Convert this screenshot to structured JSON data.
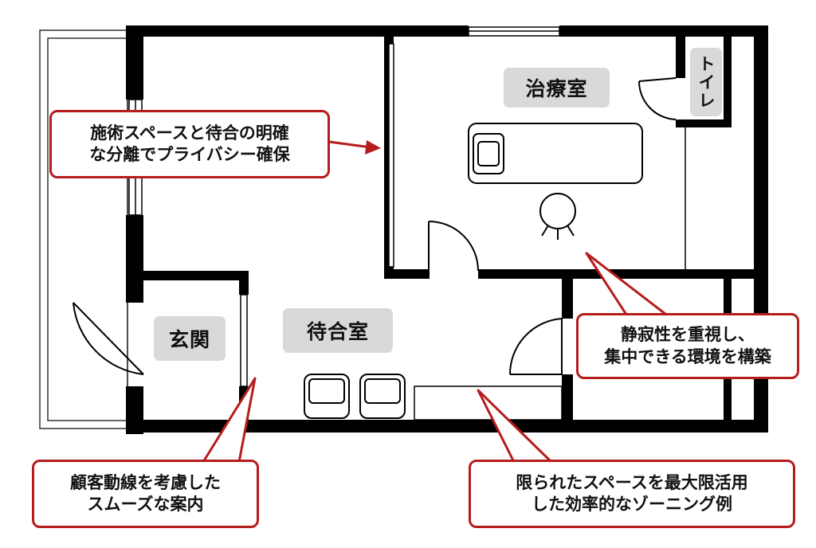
{
  "rooms": {
    "treatment": "治療室",
    "toilet": "トイレ",
    "entrance": "玄関",
    "waiting": "待合室"
  },
  "callouts": {
    "privacy": [
      "施術スペースと待合の明確",
      "な分離でプライバシー確保"
    ],
    "quiet": [
      "静寂性を重視し、",
      "集中できる環境を構築"
    ],
    "flow": [
      "顧客動線を考慮した",
      "スムーズな案内"
    ],
    "zoning": [
      "限られたスペースを最大限活用",
      "した効率的なゾーニング例"
    ]
  },
  "colors": {
    "wall": "#000000",
    "accent": "#b71c1c",
    "label_bg": "#d9d9d9"
  }
}
